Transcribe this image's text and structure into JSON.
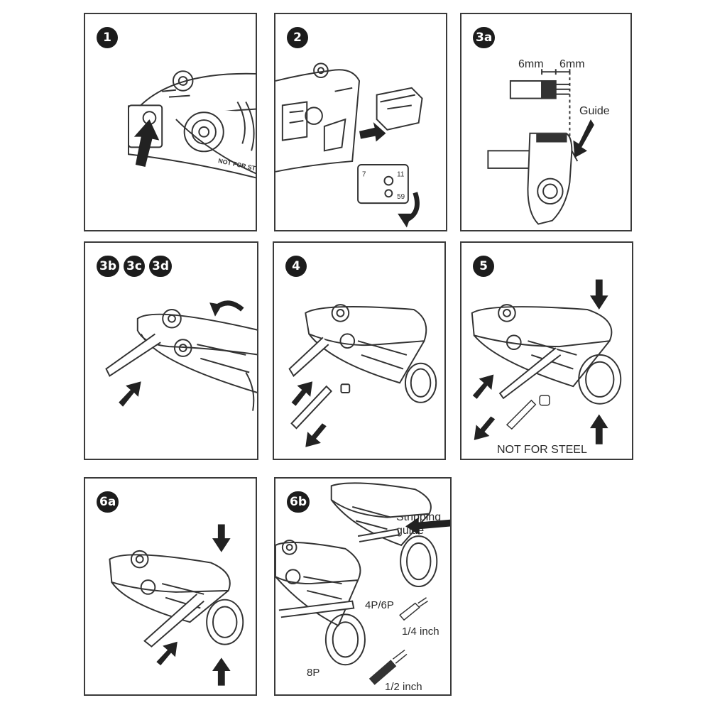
{
  "panels": [
    {
      "id": "1",
      "badges": [
        "1"
      ]
    },
    {
      "id": "2",
      "badges": [
        "2"
      ]
    },
    {
      "id": "3a",
      "badges": [
        "3a"
      ],
      "labels": {
        "dim_left": "6mm",
        "dim_right": "6mm",
        "guide": "Guide"
      }
    },
    {
      "id": "3bcd",
      "badges": [
        "3b",
        "3c",
        "3d"
      ]
    },
    {
      "id": "4",
      "badges": [
        "4"
      ]
    },
    {
      "id": "5",
      "badges": [
        "5"
      ],
      "labels": {
        "warning": "NOT FOR STEEL"
      }
    },
    {
      "id": "6a",
      "badges": [
        "6a"
      ]
    },
    {
      "id": "6b",
      "badges": [
        "6b"
      ],
      "labels": {
        "stripping_line1": "Stripping",
        "stripping_line2": "guide",
        "p46": "4P/6P",
        "quarter": "1/4 inch",
        "p8": "8P",
        "half": "1/2 inch"
      }
    }
  ],
  "tool_text": {
    "not_for": "NOT FOR STE"
  },
  "blade_marks": {
    "a": "7",
    "b": "11",
    "c": "59"
  },
  "icons": [
    "arrow-icon",
    "rotate-arrow-icon",
    "stripper-tool-icon",
    "blade-cassette-icon",
    "cable-icon",
    "ring-icon"
  ]
}
